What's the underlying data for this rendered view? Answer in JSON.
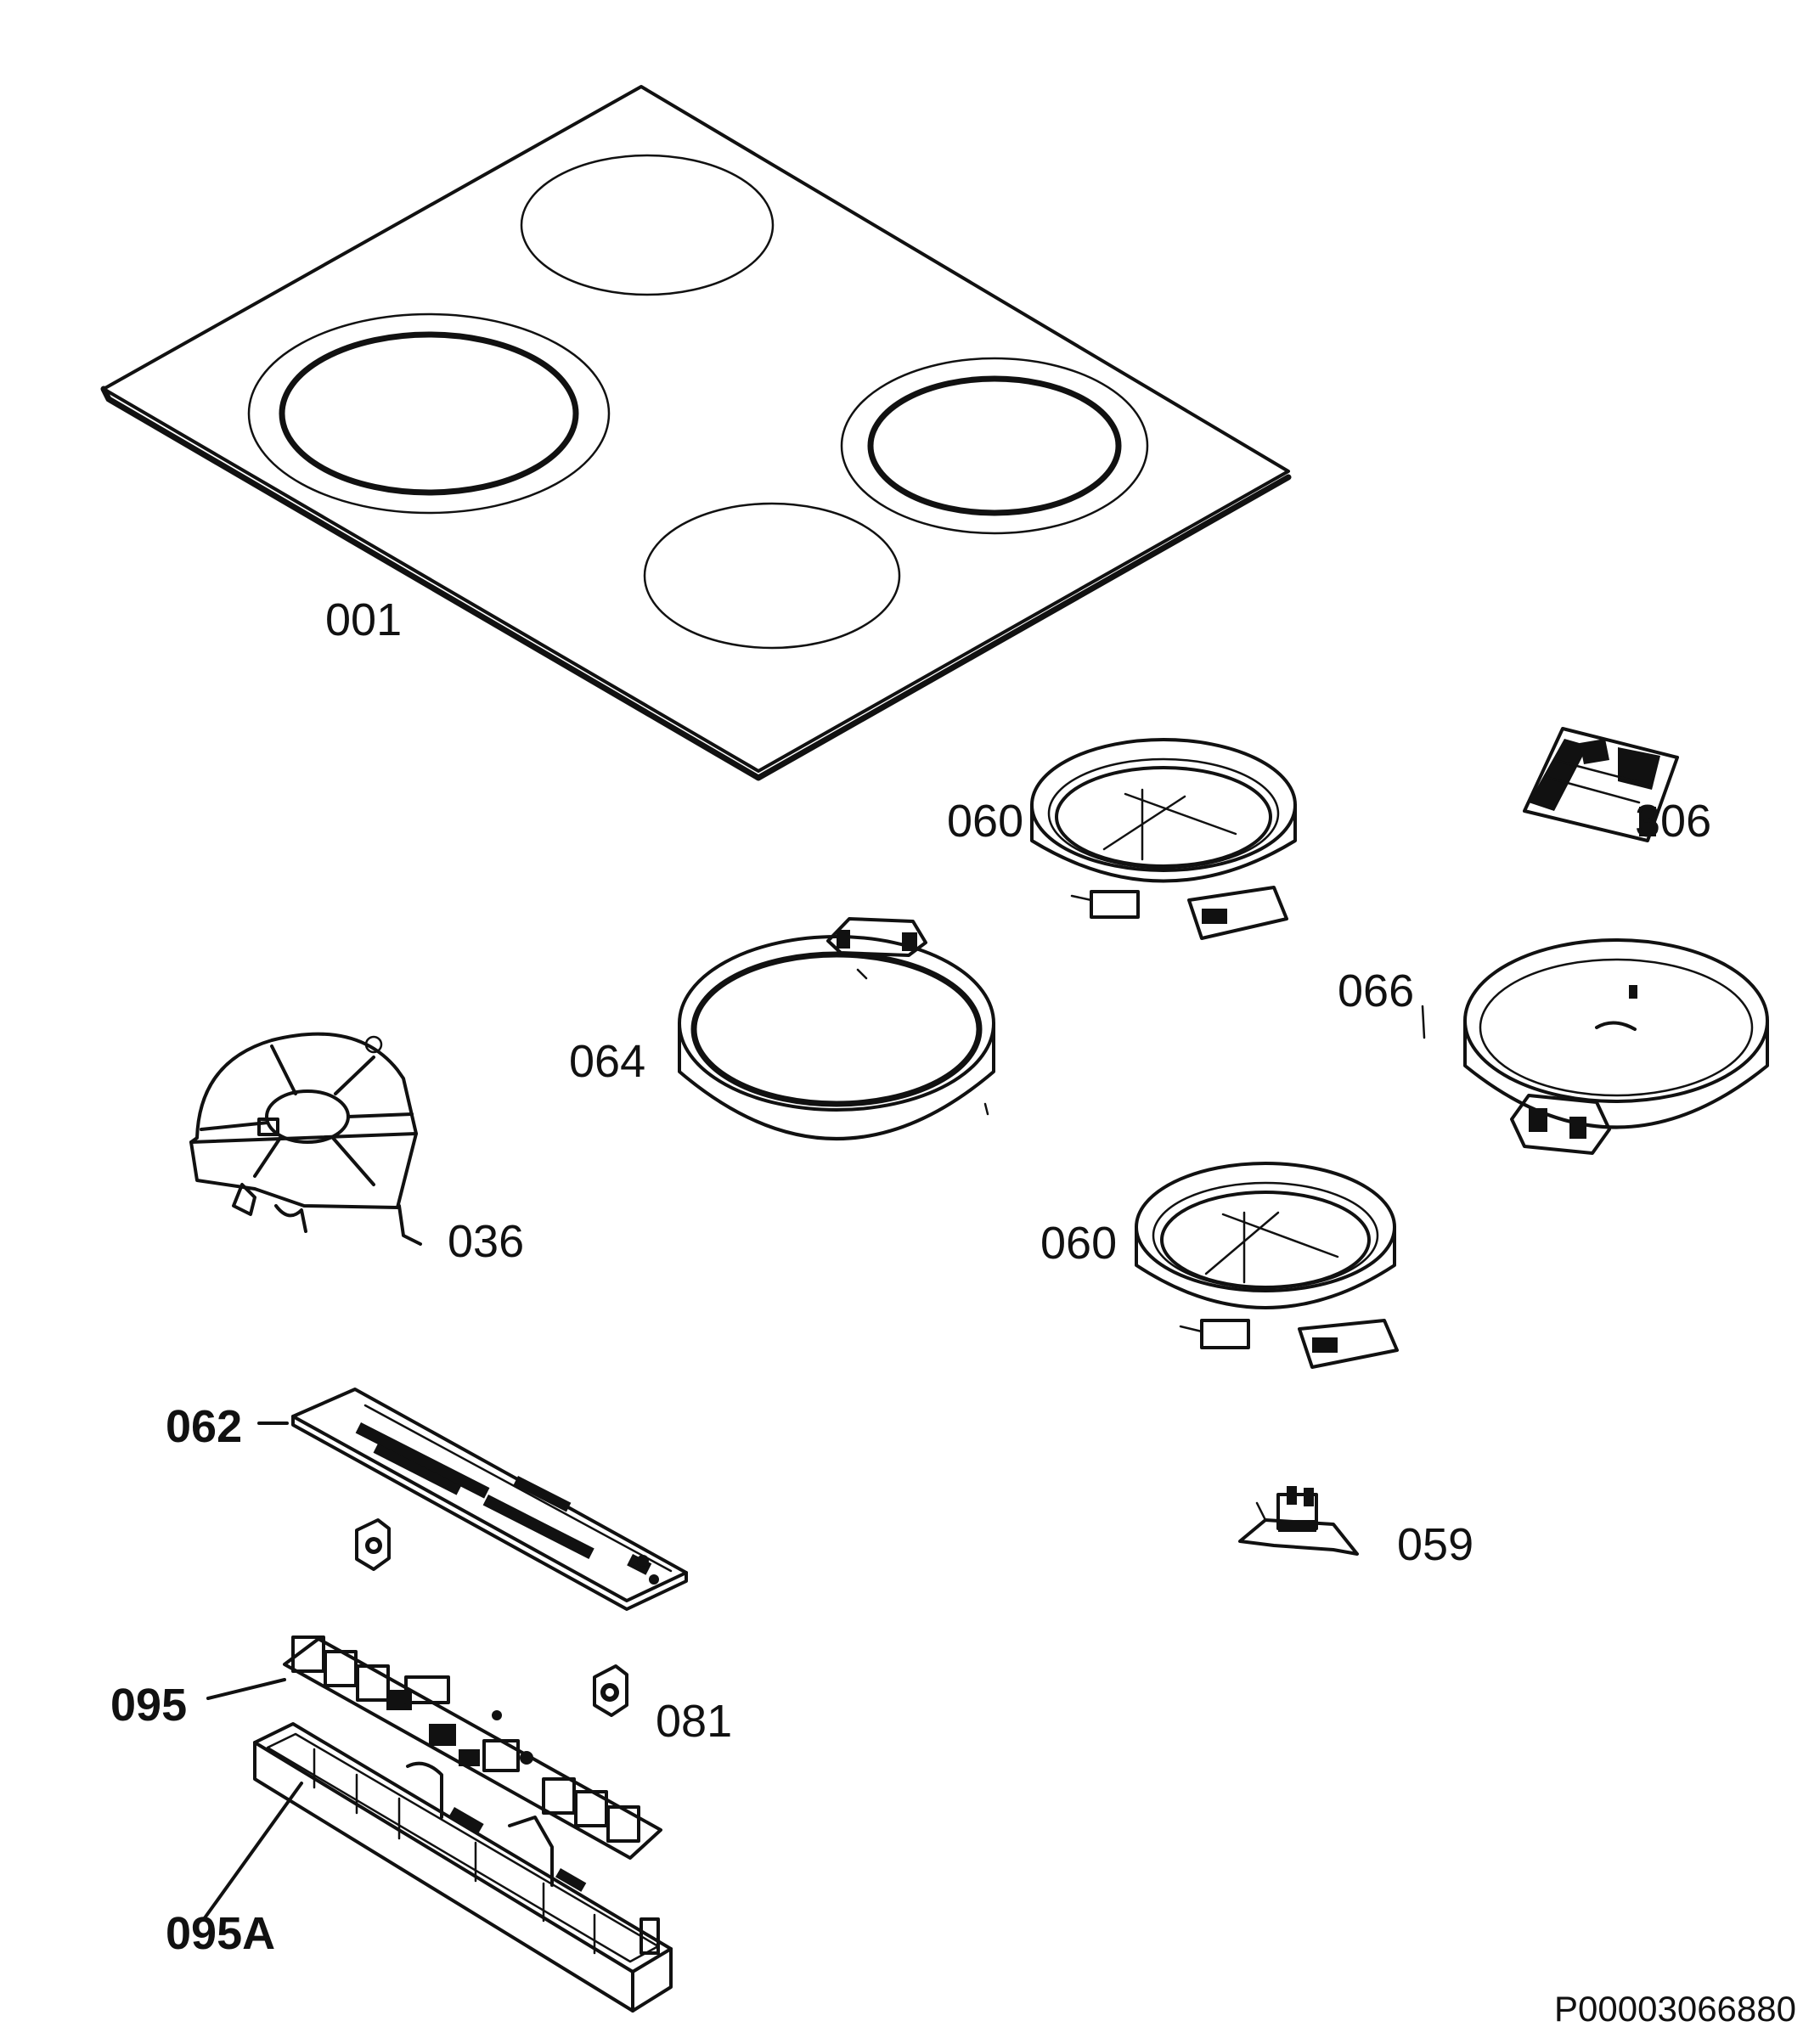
{
  "diagram": {
    "document_id": "P00003066880",
    "parts": [
      {
        "key": "glass_top",
        "label": "001"
      },
      {
        "key": "cooking_zone_upper",
        "label": "060"
      },
      {
        "key": "terminal_block",
        "label": "306"
      },
      {
        "key": "oval_element",
        "label": "066"
      },
      {
        "key": "ring_element",
        "label": "064"
      },
      {
        "key": "fan_cover",
        "label": "036"
      },
      {
        "key": "cooking_zone_lower",
        "label": "060"
      },
      {
        "key": "control_board",
        "label": "062"
      },
      {
        "key": "clip",
        "label": "059"
      },
      {
        "key": "power_board",
        "label": "095"
      },
      {
        "key": "grommet",
        "label": "081"
      },
      {
        "key": "board_housing",
        "label": "095A"
      }
    ]
  }
}
